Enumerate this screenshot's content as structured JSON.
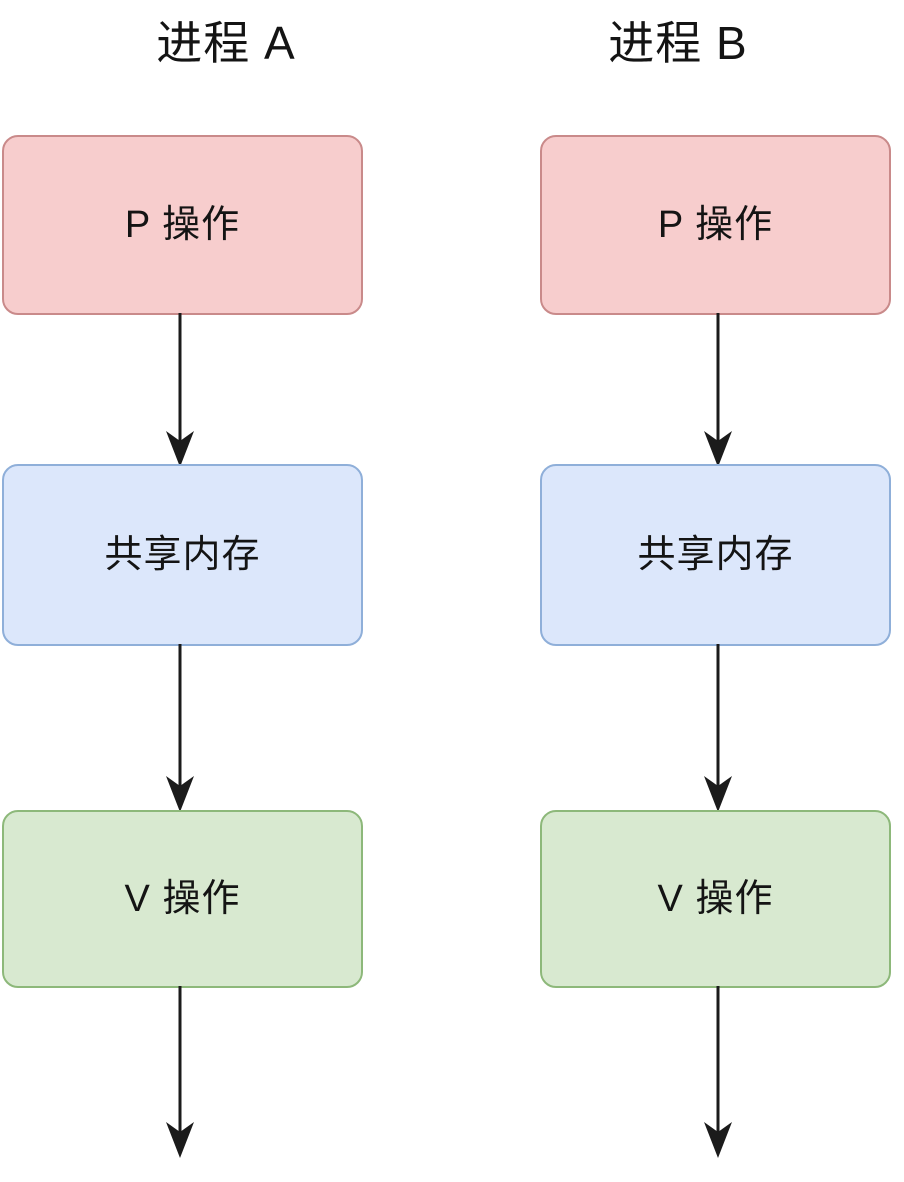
{
  "diagram": {
    "type": "flowchart",
    "orientation": "top-to-bottom",
    "background_color": "#ffffff",
    "columns": [
      {
        "id": "process-a",
        "title": "进程 A",
        "nodes": [
          {
            "id": "p-op-a",
            "label": "P 操作",
            "fill": "#f7cdcd",
            "stroke": "#c98a8a"
          },
          {
            "id": "mem-a",
            "label": "共享内存",
            "fill": "#dce7fb",
            "stroke": "#8fafd9"
          },
          {
            "id": "v-op-a",
            "label": "V 操作",
            "fill": "#d8e9d0",
            "stroke": "#8db87a"
          }
        ],
        "edges": [
          {
            "from": "p-op-a",
            "to": "mem-a",
            "label": ""
          },
          {
            "from": "mem-a",
            "to": "v-op-a",
            "label": ""
          },
          {
            "from": "v-op-a",
            "to": "",
            "label": ""
          }
        ]
      },
      {
        "id": "process-b",
        "title": "进程 B",
        "nodes": [
          {
            "id": "p-op-b",
            "label": "P 操作",
            "fill": "#f7cdcd",
            "stroke": "#c98a8a"
          },
          {
            "id": "mem-b",
            "label": "共享内存",
            "fill": "#dce7fb",
            "stroke": "#8fafd9"
          },
          {
            "id": "v-op-b",
            "label": "V 操作",
            "fill": "#d8e9d0",
            "stroke": "#8db87a"
          }
        ],
        "edges": [
          {
            "from": "p-op-b",
            "to": "mem-b",
            "label": ""
          },
          {
            "from": "mem-b",
            "to": "v-op-b",
            "label": ""
          },
          {
            "from": "v-op-b",
            "to": "",
            "label": ""
          }
        ]
      }
    ],
    "edge_style": {
      "line_color": "#1b1b1b",
      "line_width": 3,
      "arrowhead": "concave-filled"
    }
  }
}
